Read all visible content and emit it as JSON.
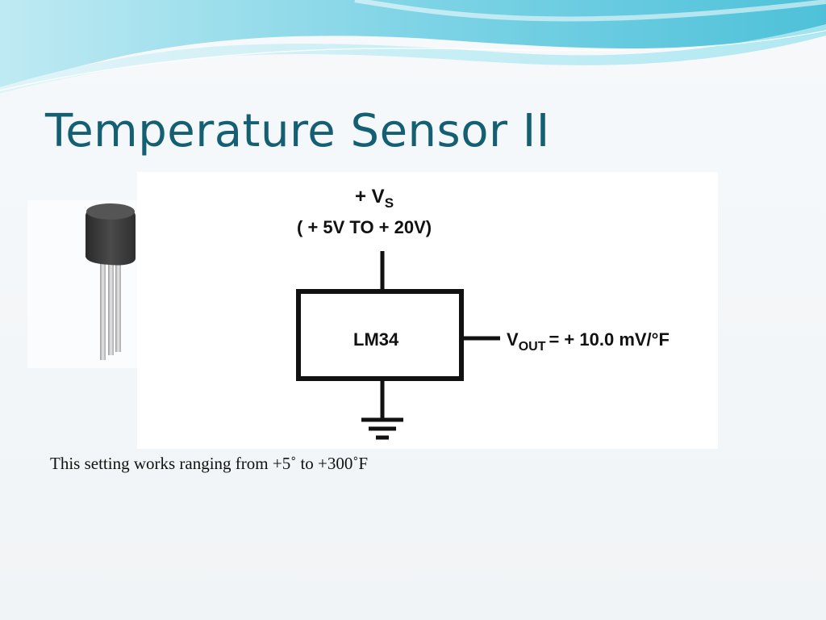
{
  "slide": {
    "title": "Temperature Sensor II",
    "caption": "This setting works ranging from +5˚ to +300˚F"
  },
  "schematic": {
    "supply_label": "+ V",
    "supply_subscript": "S",
    "supply_range": "( + 5V TO  + 20V)",
    "chip_label": "LM34",
    "output_label": "V",
    "output_subscript": "OUT",
    "output_value": "= + 10.0 mV/°F"
  },
  "colors": {
    "title": "#155f73",
    "wave_dark": "#5fc9de",
    "wave_light": "#a9e6f1"
  },
  "icons": {
    "component_photo": "to92-transistor-icon",
    "ground": "ground-symbol-icon"
  }
}
